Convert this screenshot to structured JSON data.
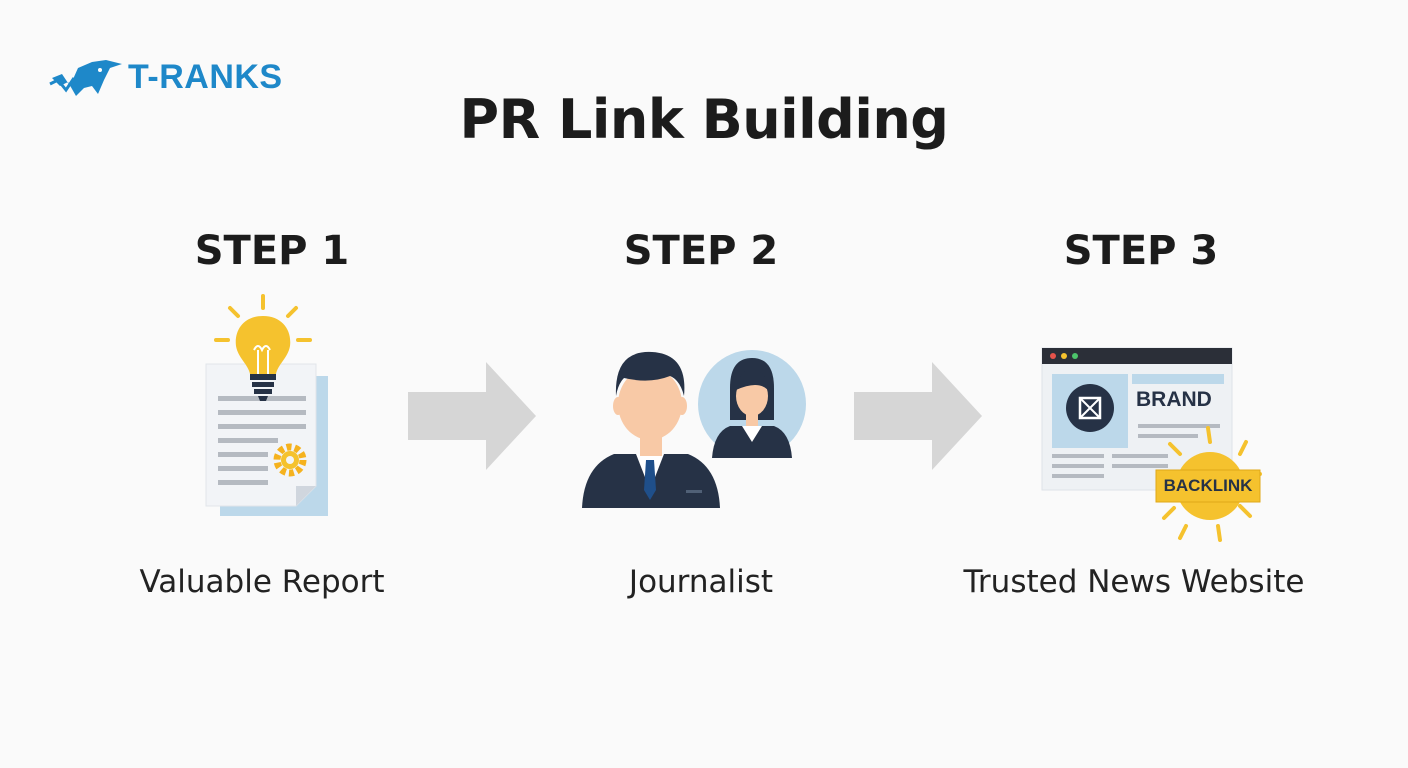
{
  "brand": {
    "name": "T-RANKS",
    "color": "#1e88c9"
  },
  "title": "PR Link Building",
  "steps": [
    {
      "heading": "STEP 1",
      "label": "Valuable Report",
      "icon": "report-lightbulb-icon"
    },
    {
      "heading": "STEP 2",
      "label": "Journalist",
      "icon": "journalist-icon"
    },
    {
      "heading": "STEP 3",
      "label": "Trusted News Website",
      "icon": "news-website-icon"
    }
  ],
  "website": {
    "brand_text": "BRAND",
    "badge_text": "BACKLINK"
  },
  "colors": {
    "accent_yellow": "#f5c22e",
    "arrow_grey": "#d6d6d6",
    "dark_navy": "#263246"
  }
}
